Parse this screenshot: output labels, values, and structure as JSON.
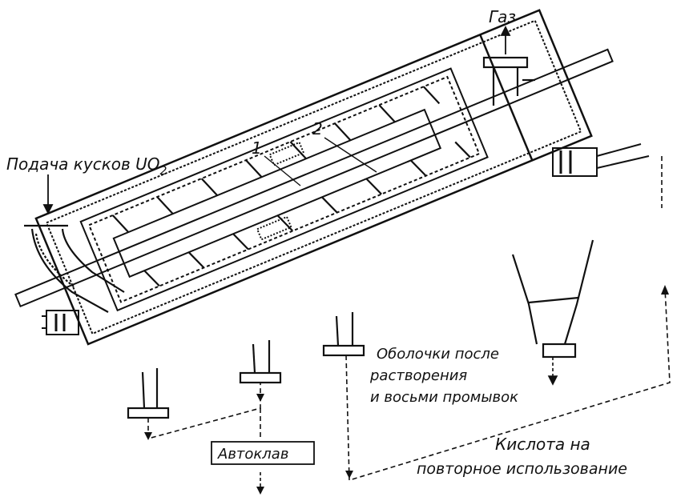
{
  "labels": {
    "gas": "Газ",
    "feed_prefix": "Подача кусков UO",
    "feed_subscript": "2",
    "callout_1": "1",
    "callout_2": "2",
    "hulls_line1": "Оболочки после",
    "hulls_line2": "растворения",
    "hulls_line3": "и восьми промывок",
    "autoclave": "Автоклав",
    "acid_line1": "Кислота на",
    "acid_line2": "повторное использование"
  },
  "colors": {
    "ink": "#111111",
    "background": "#ffffff"
  }
}
